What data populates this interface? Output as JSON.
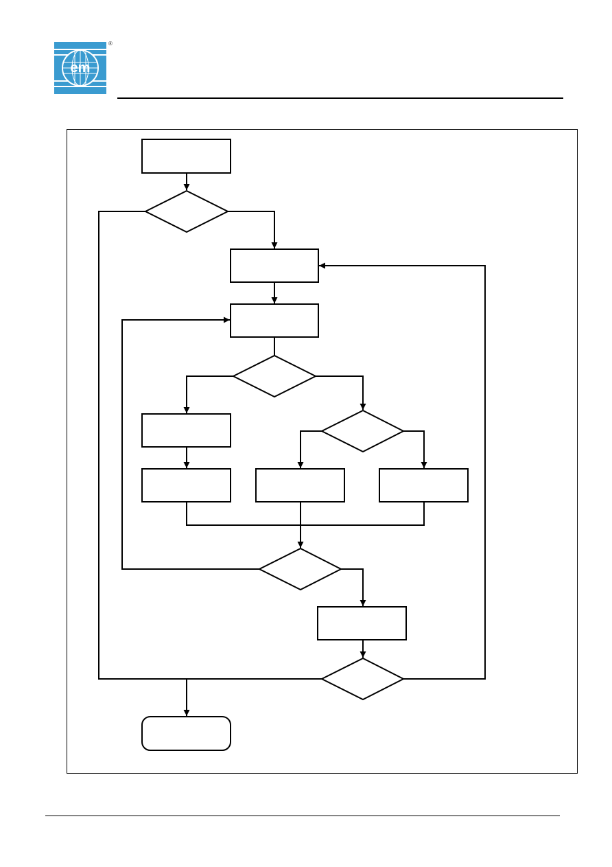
{
  "header": {
    "logo": {
      "icon": "em-microelectronic-logo",
      "text": "em",
      "color": "#3a9bd0"
    },
    "registered_mark": "®"
  },
  "flowchart": {
    "nodes": [
      {
        "id": "start",
        "shape": "rect",
        "text": ""
      },
      {
        "id": "decision-1",
        "shape": "diamond",
        "text": ""
      },
      {
        "id": "process-1",
        "shape": "rect",
        "text": ""
      },
      {
        "id": "process-2",
        "shape": "rect",
        "text": ""
      },
      {
        "id": "decision-2",
        "shape": "diamond",
        "text": ""
      },
      {
        "id": "process-3",
        "shape": "rect",
        "text": ""
      },
      {
        "id": "decision-3",
        "shape": "diamond",
        "text": ""
      },
      {
        "id": "process-4",
        "shape": "rect",
        "text": ""
      },
      {
        "id": "process-5",
        "shape": "rect",
        "text": ""
      },
      {
        "id": "process-6",
        "shape": "rect",
        "text": ""
      },
      {
        "id": "decision-4",
        "shape": "diamond",
        "text": ""
      },
      {
        "id": "process-7",
        "shape": "rect",
        "text": ""
      },
      {
        "id": "decision-5",
        "shape": "diamond",
        "text": ""
      },
      {
        "id": "end",
        "shape": "rounded-rect",
        "text": ""
      }
    ]
  }
}
